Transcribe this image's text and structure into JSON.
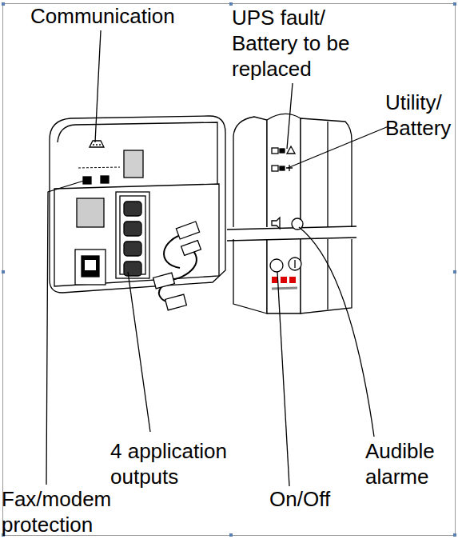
{
  "diagram": {
    "labels": [
      "Communication",
      "UPS fault/ Battery to be replaced",
      "Utility/ Battery",
      "4 application outputs",
      "Audible alarme",
      "Fax/modem protection",
      "On/Off"
    ]
  }
}
